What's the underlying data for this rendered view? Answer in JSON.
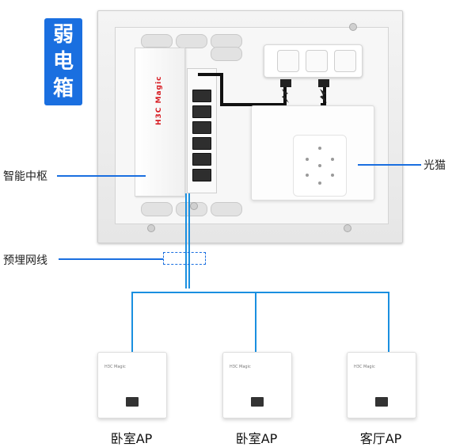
{
  "title_chars": [
    "弱",
    "电",
    "箱"
  ],
  "labels": {
    "hub": "智能中枢",
    "onu": "光猫",
    "cable": "预埋网线"
  },
  "hub_brand": "H3C Magic",
  "access_points": [
    {
      "brand": "H3C Magic",
      "label": "卧室AP"
    },
    {
      "brand": "H3C Magic",
      "label": "卧室AP"
    },
    {
      "brand": "H3C Magic",
      "label": "客厅AP"
    }
  ],
  "colors": {
    "accent": "#1a6fe0",
    "wire": "#1a8fe0",
    "brand_red": "#d71920"
  },
  "icons": [
    "plug-icon",
    "ethernet-port-icon",
    "power-socket-icon"
  ]
}
